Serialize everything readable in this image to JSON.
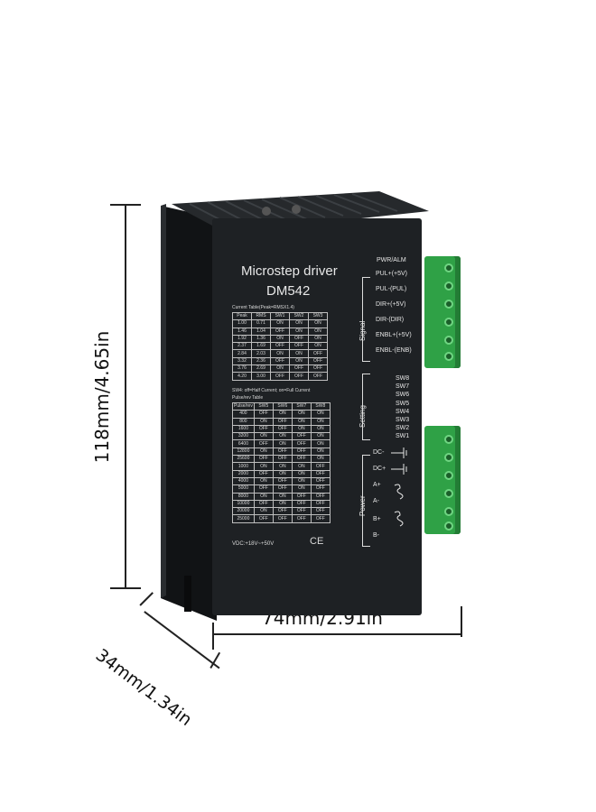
{
  "dimensions": {
    "height": "118mm/4.65in",
    "width": "74mm/2.91in",
    "depth": "34mm/1.34in"
  },
  "product": {
    "title": "Microstep driver",
    "model": "DM542",
    "current_table_title": "Current Table(Peak=RMSX1.4)",
    "current_table_headers": [
      "Peak",
      "RMS",
      "SW1",
      "SW2",
      "SW3"
    ],
    "current_table_rows": [
      [
        "1.00",
        "0.71",
        "ON",
        "ON",
        "ON"
      ],
      [
        "1.46",
        "1.04",
        "OFF",
        "ON",
        "ON"
      ],
      [
        "1.92",
        "1.36",
        "ON",
        "OFF",
        "ON"
      ],
      [
        "2.37",
        "1.69",
        "OFF",
        "OFF",
        "ON"
      ],
      [
        "2.84",
        "2.03",
        "ON",
        "ON",
        "OFF"
      ],
      [
        "3.32",
        "2.36",
        "OFF",
        "ON",
        "OFF"
      ],
      [
        "3.76",
        "2.69",
        "ON",
        "OFF",
        "OFF"
      ],
      [
        "4.20",
        "3.00",
        "OFF",
        "OFF",
        "OFF"
      ]
    ],
    "sw4_note": "SW4: off=Half Current; on=Full Current",
    "pulse_table_title": "Pulse/rev Table",
    "pulse_table_headers": [
      "Pulse/rev",
      "SW5",
      "SW6",
      "SW7",
      "SW8"
    ],
    "pulse_table_rows": [
      [
        "400",
        "OFF",
        "ON",
        "ON",
        "ON"
      ],
      [
        "800",
        "ON",
        "OFF",
        "ON",
        "ON"
      ],
      [
        "1600",
        "OFF",
        "OFF",
        "ON",
        "ON"
      ],
      [
        "3200",
        "ON",
        "ON",
        "OFF",
        "ON"
      ],
      [
        "6400",
        "OFF",
        "ON",
        "OFF",
        "ON"
      ],
      [
        "12800",
        "ON",
        "OFF",
        "OFF",
        "ON"
      ],
      [
        "25600",
        "OFF",
        "OFF",
        "OFF",
        "ON"
      ],
      [
        "1000",
        "ON",
        "ON",
        "ON",
        "OFF"
      ],
      [
        "2000",
        "OFF",
        "ON",
        "ON",
        "OFF"
      ],
      [
        "4000",
        "ON",
        "OFF",
        "ON",
        "OFF"
      ],
      [
        "5000",
        "OFF",
        "OFF",
        "ON",
        "OFF"
      ],
      [
        "8000",
        "ON",
        "ON",
        "OFF",
        "OFF"
      ],
      [
        "10000",
        "OFF",
        "ON",
        "OFF",
        "OFF"
      ],
      [
        "20000",
        "ON",
        "OFF",
        "OFF",
        "OFF"
      ],
      [
        "25000",
        "OFF",
        "OFF",
        "OFF",
        "OFF"
      ]
    ],
    "vdc": "VDC:+18V~+50V",
    "ce": "CE",
    "pwr_alm": "PWR/ALM",
    "signal_label": "Signal",
    "signal_pins": [
      "PUL+(+5V)",
      "PUL-(PUL)",
      "DIR+(+5V)",
      "DIR-(DIR)",
      "ENBL+(+5V)",
      "ENBL-(ENB)"
    ],
    "setting_label": "Setting",
    "switches": [
      "SW8",
      "SW7",
      "SW6",
      "SW5",
      "SW4",
      "SW3",
      "SW2",
      "SW1"
    ],
    "power_label": "Power",
    "power_pins": [
      "DC-",
      "DC+",
      "A+",
      "A-",
      "B+",
      "B-"
    ]
  },
  "colors": {
    "body": "#1e2124",
    "terminal_green": "#2fa146",
    "dimension_line": "#222222"
  }
}
